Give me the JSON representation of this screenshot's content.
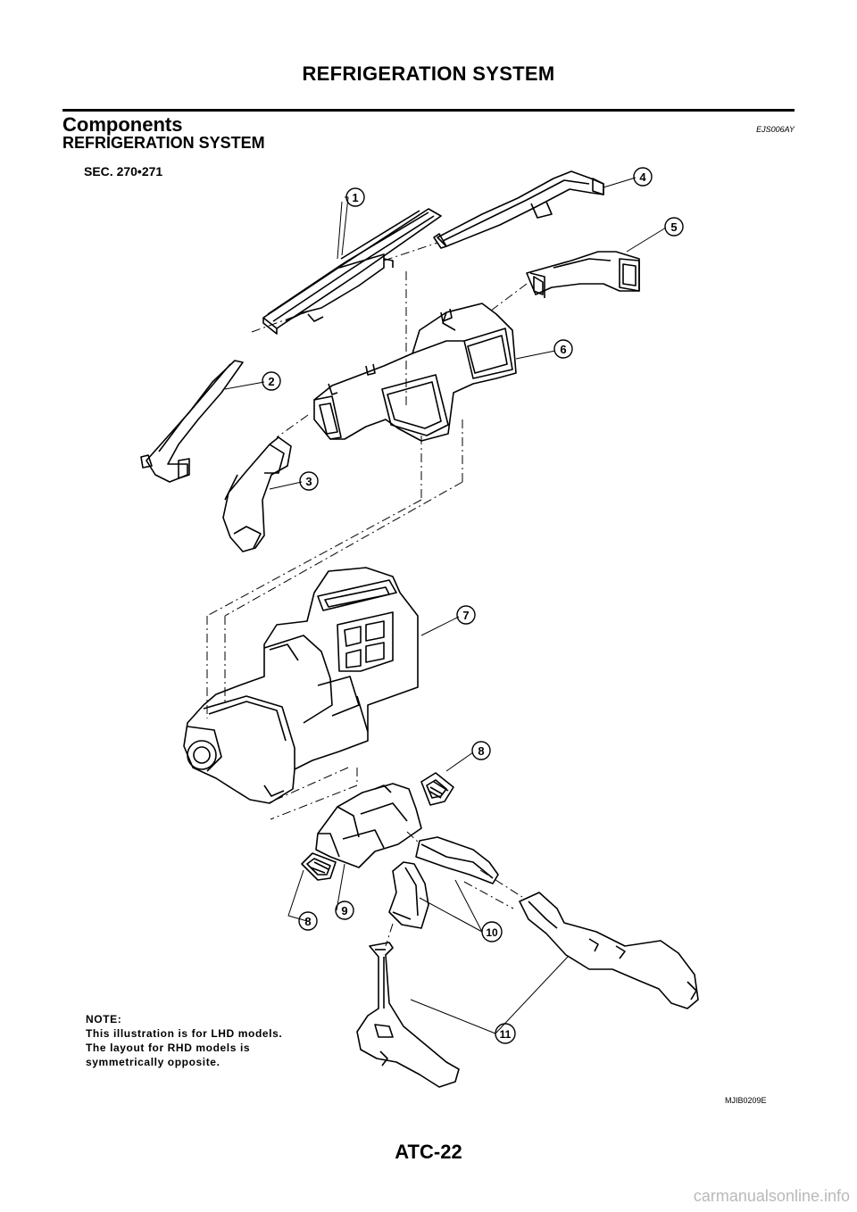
{
  "header": {
    "title": "REFRIGERATION SYSTEM"
  },
  "section": {
    "title": "Components",
    "code": "EJS006AY"
  },
  "subsection": {
    "title": "REFRIGERATION SYSTEM"
  },
  "figure": {
    "sec_ref": "SEC. 270•271",
    "callouts": [
      "1",
      "2",
      "3",
      "4",
      "5",
      "6",
      "7",
      "8",
      "9",
      "8",
      "10",
      "11"
    ],
    "note_lines": [
      "NOTE:",
      "This illustration is for LHD models.",
      "The layout for RHD models is",
      "symmetrically opposite."
    ],
    "figure_id": "MJIB0209E"
  },
  "footer": {
    "page_number": "ATC-22"
  },
  "watermark": "carmanualsonline.info"
}
